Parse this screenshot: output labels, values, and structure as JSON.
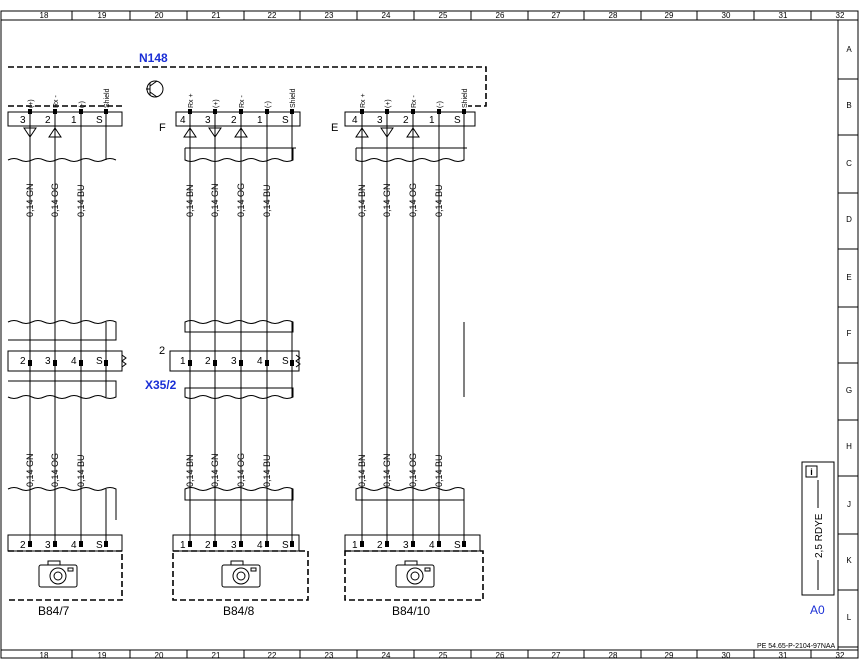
{
  "border": {
    "columns": [
      "18",
      "19",
      "20",
      "21",
      "22",
      "23",
      "24",
      "25",
      "26",
      "27",
      "28",
      "29",
      "30",
      "31",
      "32"
    ],
    "rows": [
      "A",
      "B",
      "C",
      "D",
      "E",
      "F",
      "G",
      "H",
      "J",
      "K",
      "L"
    ]
  },
  "components": {
    "n148": "N148",
    "x35_2": "X35/2",
    "b84_7": "B84/7",
    "b84_8": "B84/8",
    "b84_10": "B84/10",
    "a0": "A0"
  },
  "connectors": {
    "f": "F",
    "e": "E",
    "x35_pin_group": "2"
  },
  "pin_labels": {
    "plus": "(+)",
    "rx_minus": "Rx -",
    "minus": "(-)",
    "shield": "Shield",
    "rx_plus": "Rx +"
  },
  "wires": {
    "gn": "0,14 GN",
    "og": "0,14 OG",
    "bu": "0,14 BU",
    "bn": "0,14 BN",
    "rdye": "2,5 RDYE"
  },
  "pins": {
    "p1": "1",
    "p2": "2",
    "p3": "3",
    "p4": "4",
    "s": "S"
  },
  "info_icon": "i",
  "footer_ref": "PE 54.65-P-2104-97NAA"
}
